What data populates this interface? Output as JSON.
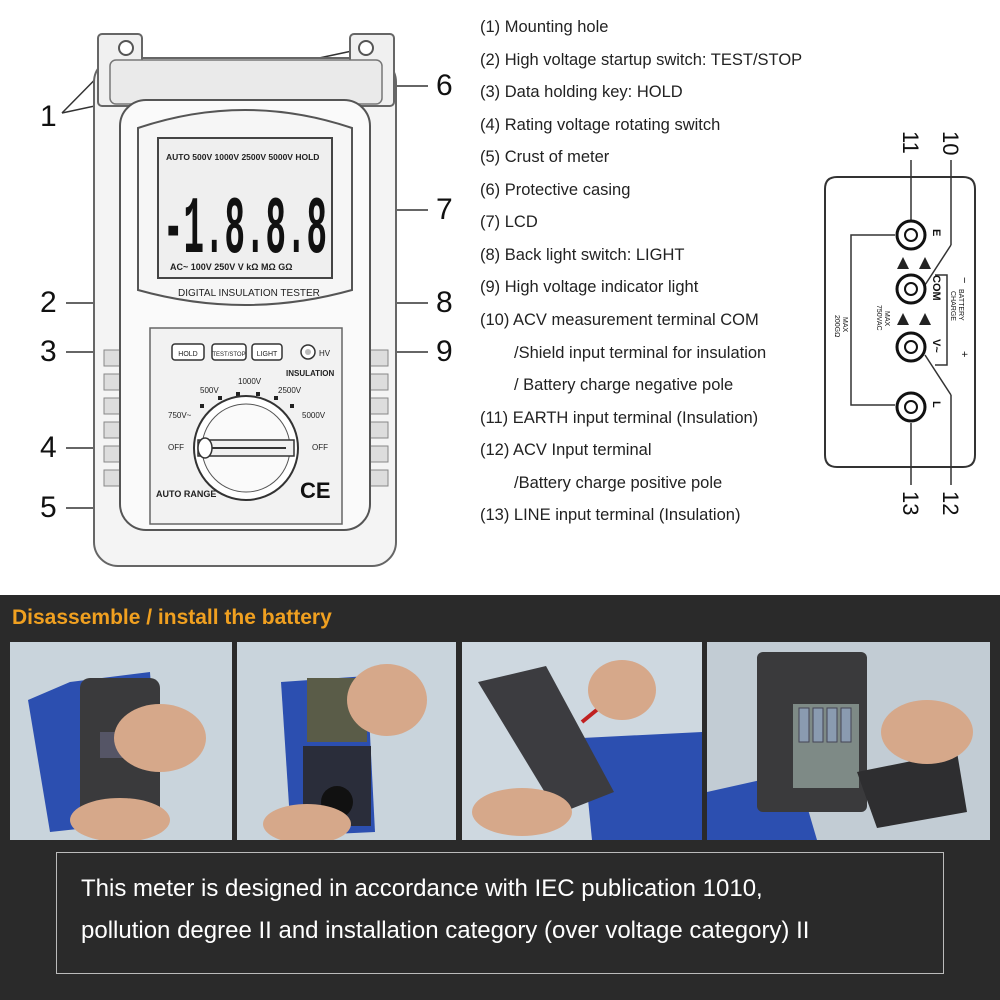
{
  "legend": [
    "(1) Mounting hole",
    "(2) High voltage startup switch: TEST/STOP",
    "(3) Data holding key: HOLD",
    "(4) Rating voltage rotating switch",
    "(5) Crust of meter",
    "(6) Protective casing",
    "(7) LCD",
    "(8) Back light switch: LIGHT",
    "(9) High voltage indicator light",
    "(10) ACV measurement terminal COM",
    "/Shield input terminal for insulation",
    "/ Battery charge negative pole",
    "(11) EARTH input terminal (Insulation)",
    "(12) ACV Input terminal",
    "/Battery charge positive pole",
    "(13) LINE input terminal (Insulation)"
  ],
  "callouts": {
    "c1": "1",
    "c2": "2",
    "c3": "3",
    "c4": "4",
    "c5": "5",
    "c6": "6",
    "c7": "7",
    "c8": "8",
    "c9": "9"
  },
  "meter": {
    "lcd_top": "AUTO 500V 1000V 2500V 5000V HOLD",
    "lcd_digits": "-1.8.8.8",
    "lcd_bottom": "AC~ 100V 250V V kΩ MΩ GΩ",
    "model_label": "DIGITAL INSULATION TESTER",
    "btn_hold": "HOLD",
    "btn_test": "TEST/STOP",
    "btn_light": "LIGHT",
    "hv_label": "HV",
    "insulation_label": "INSULATION",
    "dial": {
      "off_left": "OFF",
      "v750": "750V~",
      "v500": "500V",
      "v1000": "1000V",
      "v2500": "2500V",
      "v5000": "5000V",
      "off_right": "OFF"
    },
    "auto_range": "AUTO RANGE",
    "ce_mark": "CE"
  },
  "terminals": {
    "n11": "11",
    "n10": "10",
    "n12": "12",
    "n13": "13",
    "t_e": "E",
    "t_com": "COM",
    "t_v": "V~",
    "t_l": "L",
    "battery": "BATTERY",
    "charge": "CHARGE",
    "minus": "−",
    "plus": "+",
    "max1": "MAX",
    "max1_val": "750VAC",
    "max2": "MAX",
    "max2_val": "200GΩ"
  },
  "section_title": "Disassemble / install the battery",
  "note": {
    "line1": "This meter is designed in accordance with IEC publication 1010,",
    "line2": "pollution degree II and installation category (over voltage category) II"
  },
  "colors": {
    "accent": "#f0a020",
    "panel_bg": "#2a2a2a",
    "casing_blue": "#2c4fb0",
    "meter_body": "#3a3a3c"
  }
}
